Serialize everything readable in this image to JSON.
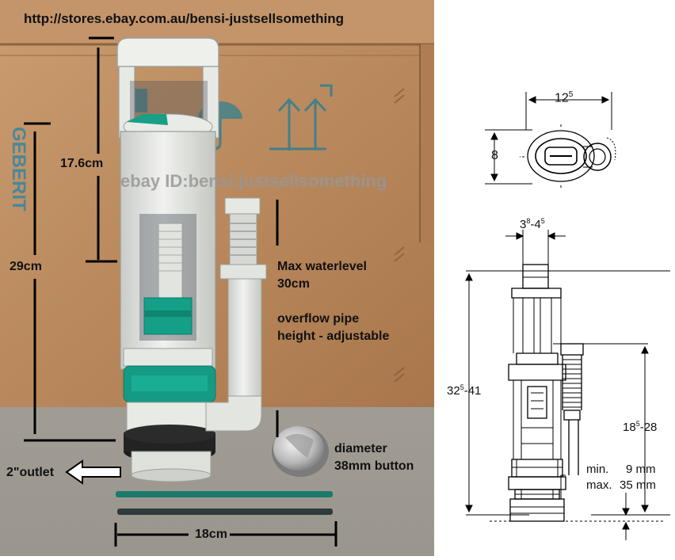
{
  "photo": {
    "url_text": "http://stores.ebay.com.au/bensi-justsellsomething",
    "watermark": "ebay ID:bensi.justsellsomething",
    "box_brand": "GEBERIT",
    "labels": {
      "height_17_6": "17.6cm",
      "height_29": "29cm",
      "max_water_1": "Max waterlevel",
      "max_water_2": "30cm",
      "overflow_1": "overflow pipe",
      "overflow_2": "height - adjustable",
      "diameter_1": "diameter",
      "diameter_2": "38mm button",
      "outlet": "2\"outlet",
      "width_18": "18cm"
    },
    "colors": {
      "cardboard": "#b9855a",
      "floor": "#a8a49c",
      "plastic": "#e4e6e2",
      "green": "#159a83"
    }
  },
  "diagram": {
    "top_width_base": "12",
    "top_width_sup": "5",
    "top_height": "8",
    "button_base_a": "3",
    "button_sup_a": "8",
    "button_dash": "-4",
    "button_sup_b": "5",
    "total_base": "32",
    "total_sup": "5",
    "total_rest": "-41",
    "overflow_base": "18",
    "overflow_sup": "5",
    "overflow_rest": "-28",
    "min_label": "min.",
    "min_value": "9 mm",
    "max_label": "max.",
    "max_value": "35 mm"
  }
}
